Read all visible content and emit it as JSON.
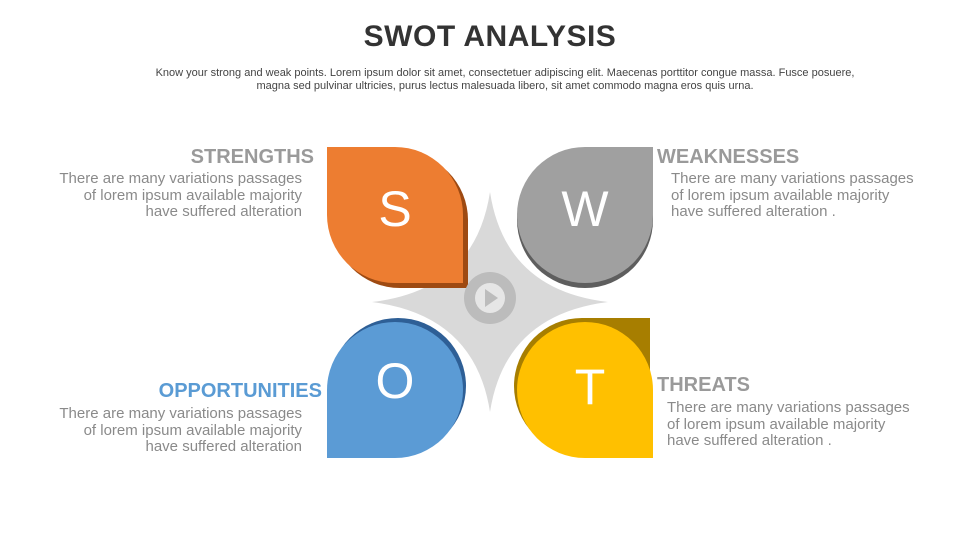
{
  "header": {
    "title": "SWOT ANALYSIS",
    "subtitle": "Know your strong and weak points. Lorem ipsum dolor sit amet, consectetuer adipiscing elit. Maecenas porttitor congue massa. Fusce posuere, magna sed pulvinar ultricies, purus lectus malesuada libero, sit amet commodo magna eros quis urna."
  },
  "quadrants": {
    "strengths": {
      "letter": "S",
      "heading": "STRENGTHS",
      "body": "There are many variations passages of lorem ipsum available  majority have suffered alteration",
      "color": "#ed7d31",
      "shadow": "#9e4a12"
    },
    "weaknesses": {
      "letter": "W",
      "heading": "WEAKNESSES",
      "body": "There are many variations passages of lorem ipsum available  majority have suffered alteration .",
      "color": "#a0a0a0",
      "shadow": "#5e5e5e"
    },
    "opportunities": {
      "letter": "O",
      "heading": "OPPORTUNITIES",
      "body": "There are many variations passages of lorem ipsum available  majority have suffered alteration",
      "color": "#5b9bd5",
      "shadow": "#2e5f96"
    },
    "threats": {
      "letter": "T",
      "heading": "THREATS",
      "body": "There are many variations passages of lorem ipsum available  majority have suffered alteration .",
      "color": "#ffc000",
      "shadow": "#a77e00"
    }
  },
  "center": {
    "star_color": "#d9d9d9",
    "icon": "play-icon",
    "icon_bg": "#bcbcbc"
  }
}
